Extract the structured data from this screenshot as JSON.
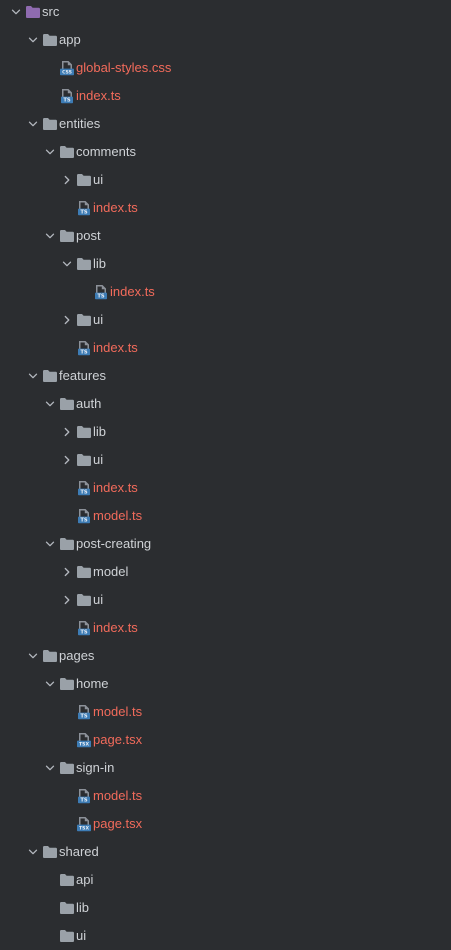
{
  "colors": {
    "background": "#2b2d30",
    "folder_text": "#cfd2d6",
    "modified_file_text": "#f26b5b",
    "root_folder_icon": "#8f6bb0",
    "folder_icon": "#9aa1a8",
    "ts_icon": "#3d7cb5",
    "css_icon": "#3d7cb5",
    "tsx_icon": "#3d7cb5"
  },
  "tree": [
    {
      "label": "src",
      "kind": "folder",
      "depth": 0,
      "chevron": "expanded",
      "icon": "source-root-folder-icon"
    },
    {
      "label": "app",
      "kind": "folder",
      "depth": 1,
      "chevron": "expanded",
      "icon": "folder-icon"
    },
    {
      "label": "global-styles.css",
      "kind": "file",
      "depth": 2,
      "chevron": "none",
      "icon": "css-file-icon",
      "badge": "CSS"
    },
    {
      "label": "index.ts",
      "kind": "file",
      "depth": 2,
      "chevron": "none",
      "icon": "ts-file-icon",
      "badge": "TS"
    },
    {
      "label": "entities",
      "kind": "folder",
      "depth": 1,
      "chevron": "expanded",
      "icon": "folder-icon"
    },
    {
      "label": "comments",
      "kind": "folder",
      "depth": 2,
      "chevron": "expanded",
      "icon": "folder-icon"
    },
    {
      "label": "ui",
      "kind": "folder",
      "depth": 3,
      "chevron": "collapsed",
      "icon": "folder-icon"
    },
    {
      "label": "index.ts",
      "kind": "file",
      "depth": 3,
      "chevron": "none",
      "icon": "ts-file-icon",
      "badge": "TS"
    },
    {
      "label": "post",
      "kind": "folder",
      "depth": 2,
      "chevron": "expanded",
      "icon": "folder-icon"
    },
    {
      "label": "lib",
      "kind": "folder",
      "depth": 3,
      "chevron": "expanded",
      "icon": "folder-icon"
    },
    {
      "label": "index.ts",
      "kind": "file",
      "depth": 4,
      "chevron": "none",
      "icon": "ts-file-icon",
      "badge": "TS"
    },
    {
      "label": "ui",
      "kind": "folder",
      "depth": 3,
      "chevron": "collapsed",
      "icon": "folder-icon"
    },
    {
      "label": "index.ts",
      "kind": "file",
      "depth": 3,
      "chevron": "none",
      "icon": "ts-file-icon",
      "badge": "TS"
    },
    {
      "label": "features",
      "kind": "folder",
      "depth": 1,
      "chevron": "expanded",
      "icon": "folder-icon"
    },
    {
      "label": "auth",
      "kind": "folder",
      "depth": 2,
      "chevron": "expanded",
      "icon": "folder-icon"
    },
    {
      "label": "lib",
      "kind": "folder",
      "depth": 3,
      "chevron": "collapsed",
      "icon": "folder-icon"
    },
    {
      "label": "ui",
      "kind": "folder",
      "depth": 3,
      "chevron": "collapsed",
      "icon": "folder-icon"
    },
    {
      "label": "index.ts",
      "kind": "file",
      "depth": 3,
      "chevron": "none",
      "icon": "ts-file-icon",
      "badge": "TS"
    },
    {
      "label": "model.ts",
      "kind": "file",
      "depth": 3,
      "chevron": "none",
      "icon": "ts-file-icon",
      "badge": "TS"
    },
    {
      "label": "post-creating",
      "kind": "folder",
      "depth": 2,
      "chevron": "expanded",
      "icon": "folder-icon"
    },
    {
      "label": "model",
      "kind": "folder",
      "depth": 3,
      "chevron": "collapsed",
      "icon": "folder-icon"
    },
    {
      "label": "ui",
      "kind": "folder",
      "depth": 3,
      "chevron": "collapsed",
      "icon": "folder-icon"
    },
    {
      "label": "index.ts",
      "kind": "file",
      "depth": 3,
      "chevron": "none",
      "icon": "ts-file-icon",
      "badge": "TS"
    },
    {
      "label": "pages",
      "kind": "folder",
      "depth": 1,
      "chevron": "expanded",
      "icon": "folder-icon"
    },
    {
      "label": "home",
      "kind": "folder",
      "depth": 2,
      "chevron": "expanded",
      "icon": "folder-icon"
    },
    {
      "label": "model.ts",
      "kind": "file",
      "depth": 3,
      "chevron": "none",
      "icon": "ts-file-icon",
      "badge": "TS"
    },
    {
      "label": "page.tsx",
      "kind": "file",
      "depth": 3,
      "chevron": "none",
      "icon": "tsx-file-icon",
      "badge": "TSX"
    },
    {
      "label": "sign-in",
      "kind": "folder",
      "depth": 2,
      "chevron": "expanded",
      "icon": "folder-icon"
    },
    {
      "label": "model.ts",
      "kind": "file",
      "depth": 3,
      "chevron": "none",
      "icon": "ts-file-icon",
      "badge": "TS"
    },
    {
      "label": "page.tsx",
      "kind": "file",
      "depth": 3,
      "chevron": "none",
      "icon": "tsx-file-icon",
      "badge": "TSX"
    },
    {
      "label": "shared",
      "kind": "folder",
      "depth": 1,
      "chevron": "expanded",
      "icon": "folder-icon"
    },
    {
      "label": "api",
      "kind": "folder",
      "depth": 2,
      "chevron": "none",
      "icon": "folder-icon"
    },
    {
      "label": "lib",
      "kind": "folder",
      "depth": 2,
      "chevron": "none",
      "icon": "folder-icon"
    },
    {
      "label": "ui",
      "kind": "folder",
      "depth": 2,
      "chevron": "none",
      "icon": "folder-icon"
    }
  ]
}
